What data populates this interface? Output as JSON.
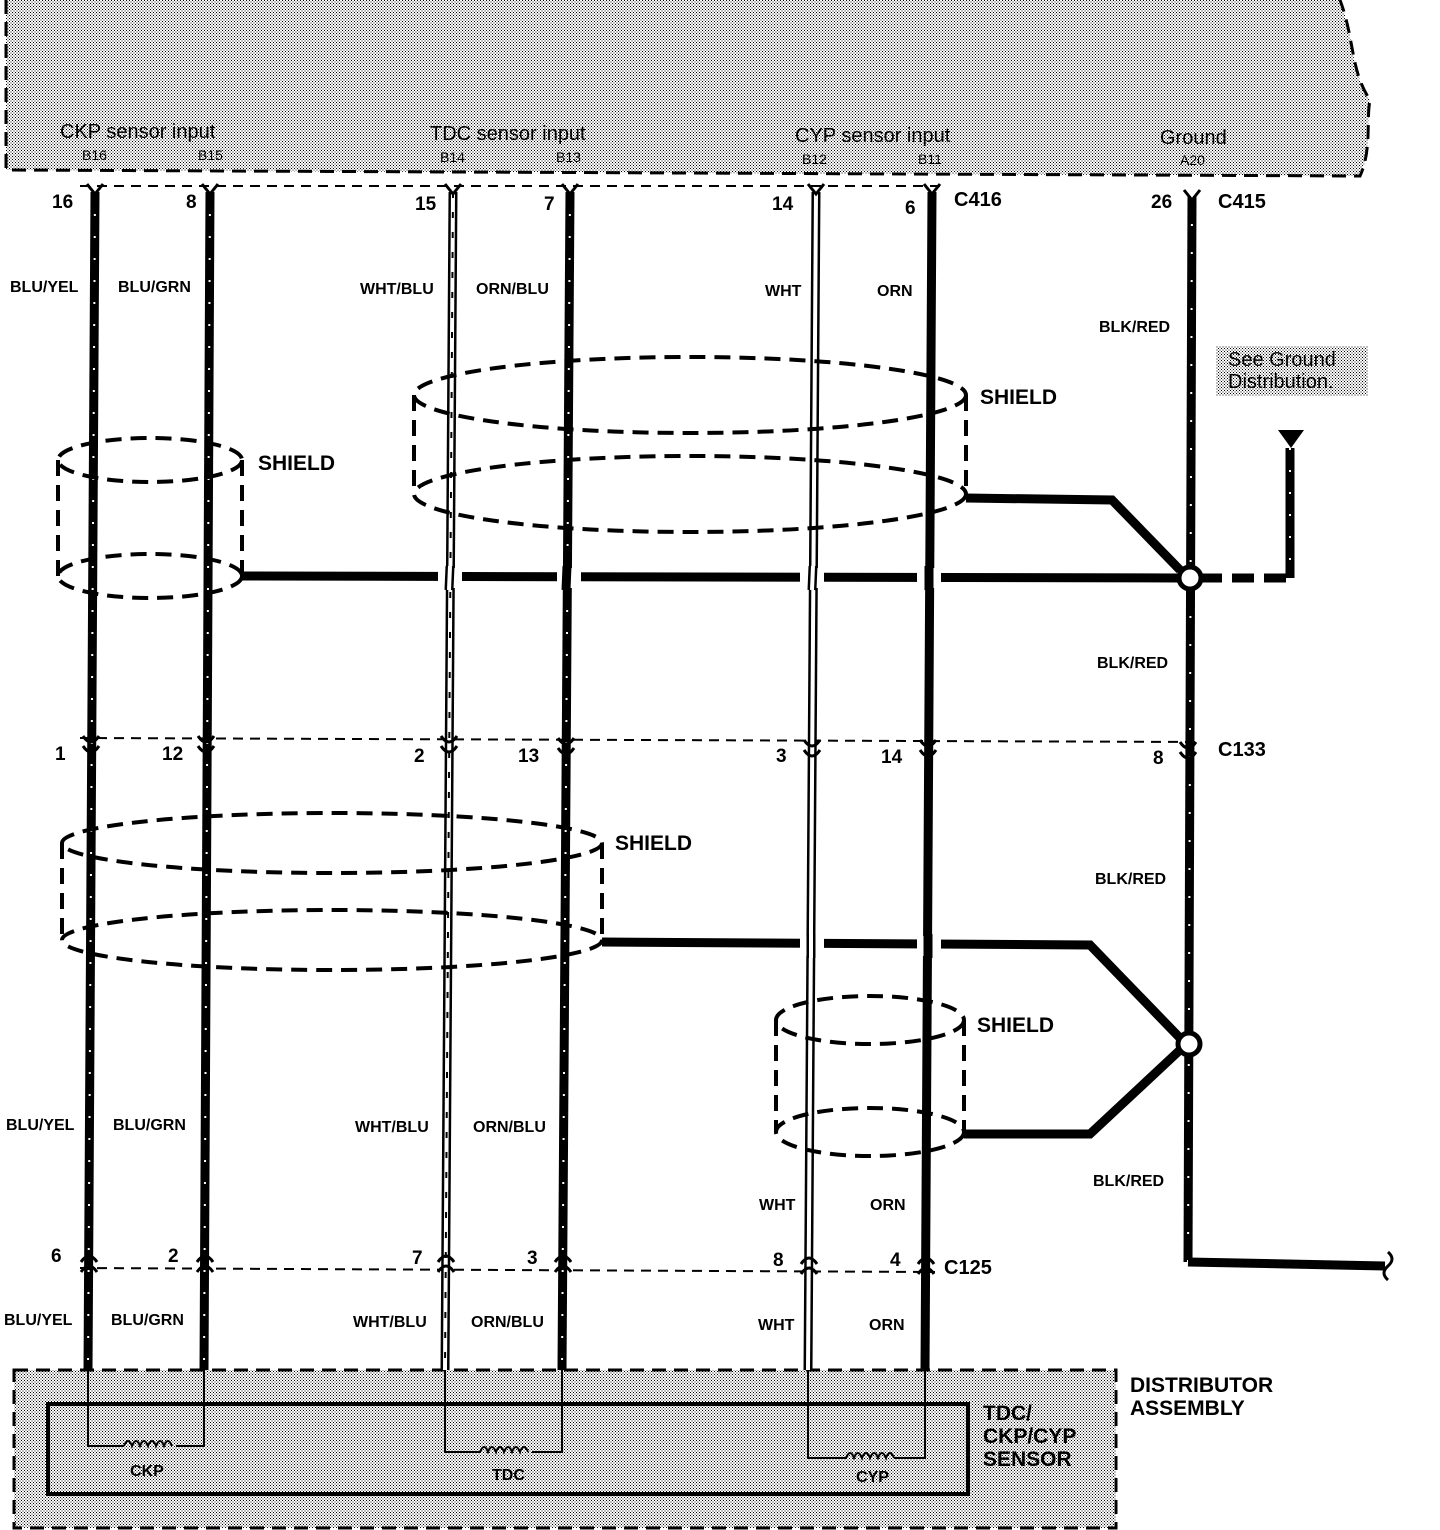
{
  "pcm": {
    "inputs": [
      {
        "label": "CKP sensor input",
        "pins": [
          "B16",
          "B15"
        ]
      },
      {
        "label": "TDC sensor input",
        "pins": [
          "B14",
          "B13"
        ]
      },
      {
        "label": "CYP sensor input",
        "pins": [
          "B12",
          "B11"
        ]
      },
      {
        "label": "Ground",
        "pins": [
          "A20"
        ]
      }
    ]
  },
  "connectors": {
    "c416": "C416",
    "c415": "C415",
    "c133": "C133",
    "c125": "C125"
  },
  "pins": {
    "c416": [
      "16",
      "8",
      "15",
      "7",
      "14",
      "6"
    ],
    "c415": "26",
    "c133": [
      "1",
      "12",
      "2",
      "13",
      "3",
      "14",
      "8"
    ],
    "c125": [
      "6",
      "2",
      "7",
      "3",
      "8",
      "4"
    ]
  },
  "wires": {
    "top": [
      "BLU/YEL",
      "BLU/GRN",
      "WHT/BLU",
      "ORN/BLU",
      "WHT",
      "ORN"
    ],
    "mid": [
      "BLU/YEL",
      "BLU/GRN",
      "WHT/BLU",
      "ORN/BLU",
      "WHT",
      "ORN"
    ],
    "bottom": [
      "BLU/YEL",
      "BLU/GRN",
      "WHT/BLU",
      "ORN/BLU",
      "WHT",
      "ORN"
    ],
    "ground": [
      "BLK/RED",
      "BLK/RED",
      "BLK/RED",
      "BLK/RED"
    ]
  },
  "shields": [
    "SHIELD",
    "SHIELD",
    "SHIELD",
    "SHIELD"
  ],
  "ground_note": "See Ground Distribution.",
  "distributor": {
    "title": [
      "DISTRIBUTOR",
      "ASSEMBLY"
    ],
    "sensor": [
      "TDC/",
      "CKP/CYP",
      "SENSOR"
    ],
    "coils": [
      "CKP",
      "TDC",
      "CYP"
    ]
  }
}
